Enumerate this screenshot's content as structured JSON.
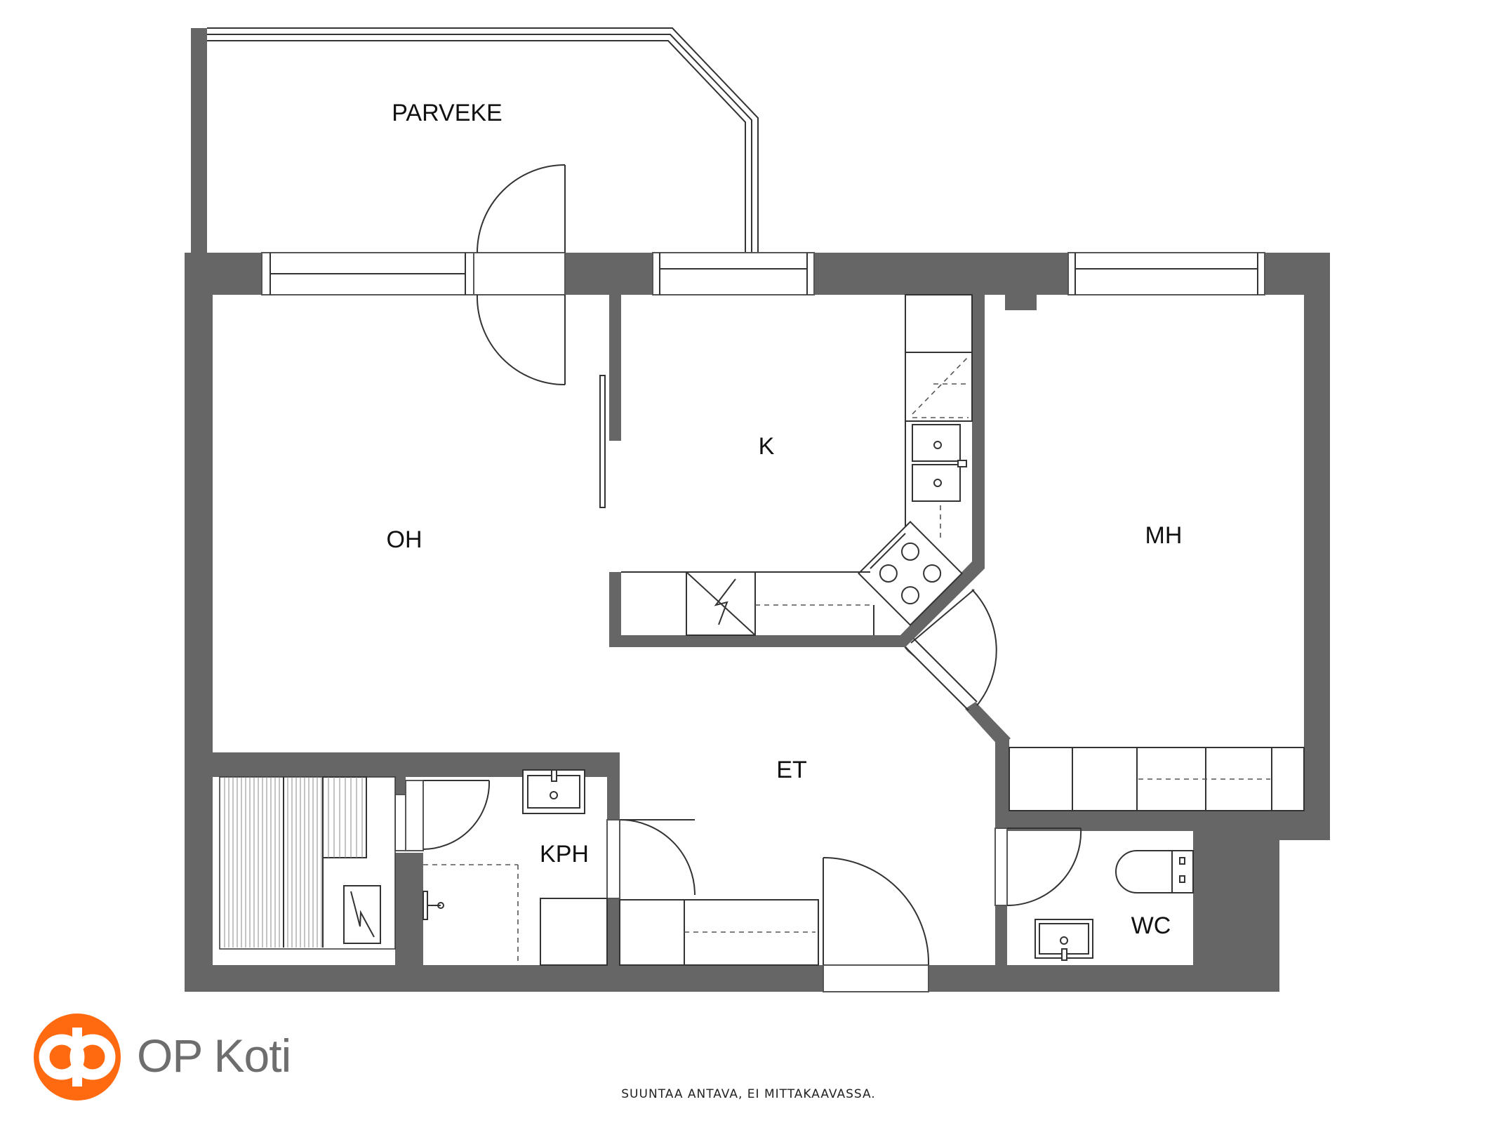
{
  "rooms": {
    "parveke": "PARVEKE",
    "oh": "OH",
    "k": "K",
    "mh": "MH",
    "et": "ET",
    "kph": "KPH",
    "wc": "WC"
  },
  "brand": {
    "name": "OP Koti",
    "color": "#ff6a10"
  },
  "colors": {
    "wall": "#666666"
  },
  "disclaimer": "SUUNTAA ANTAVA, EI MITTAKAAVASSA."
}
